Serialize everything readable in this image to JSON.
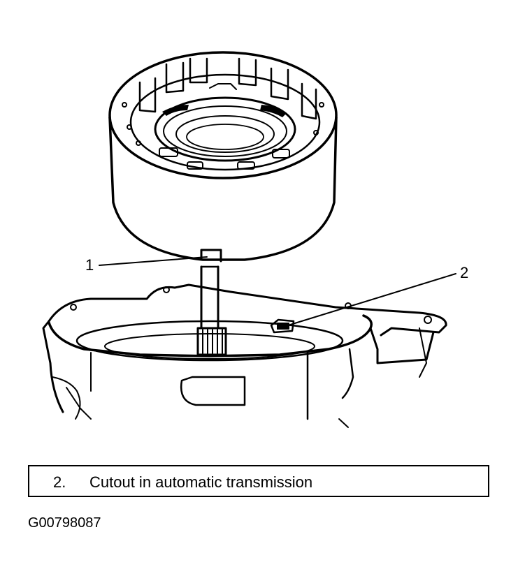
{
  "callouts": [
    {
      "number": "1"
    },
    {
      "number": "2"
    }
  ],
  "legend": {
    "items": [
      {
        "number": "2.",
        "text": "Cutout in automatic transmission"
      }
    ]
  },
  "figure_id": "G00798087",
  "colors": {
    "ink": "#000000",
    "background": "#ffffff"
  }
}
